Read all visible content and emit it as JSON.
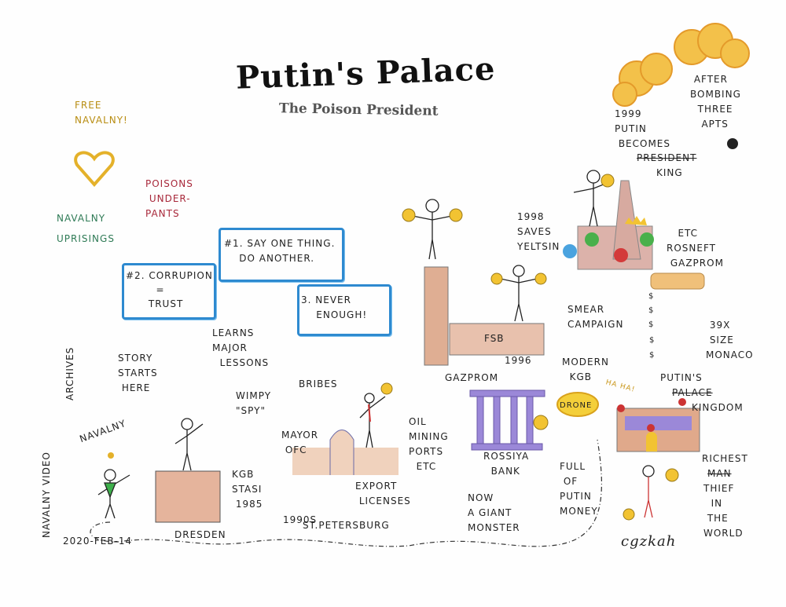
{
  "title": "Putin's Palace",
  "subtitle": "The Poison President",
  "left": {
    "free_navalny": "FREE\nNAVALNY!",
    "navalny_uprisings": "NAVALNY\nUPRISINGS",
    "poisons_underpants": "POISONS\n UNDER-\nPANTS",
    "archives": "ARCHIVES",
    "story_starts_here": "STORY\nSTARTS\n HERE",
    "navalny_video": "NAVALNY VIDEO",
    "navalny": "NAVALNY",
    "date": "2020-FEB-14"
  },
  "lessons": {
    "lesson1": "#1. SAY ONE THING.\n    DO ANOTHER.",
    "lesson2": "#2. CORRUPION\n        =\n      TRUST",
    "lesson3": "3. NEVER\n    ENOUGH!",
    "learns": "LEARNS\nMAJOR\n  LESSONS"
  },
  "timeline": {
    "wimpy_spy": "WIMPY\n\"SPY\"",
    "kgb_stasi": "KGB\nSTASI\n 1985",
    "dresden": "DRESDEN",
    "bribes": "BRIBES",
    "mayor_ofc": "MAYOR\n OFC",
    "nineties": "1990s",
    "st_petersburg": "ST.PETERSBURG",
    "export_licenses": "EXPORT\n LICENSES",
    "oil_mining": "OIL\nMINING\nPORTS\n  ETC",
    "gazprom": "GAZPROM",
    "fsb": "FSB",
    "year_1996": "1996",
    "modern_kgb": "MODERN\n  KGB",
    "rossiya_bank": "ROSSIYA\n  BANK",
    "giant_monster": "NOW\nA GIANT\nMONSTER",
    "full_of_money": "FULL\n OF\nPUTIN\nMONEY",
    "smear_campaign": "SMEAR\nCAMPAIGN",
    "saves_yeltsin": "1998\nSAVES\nYELTSIN",
    "becomes_president": "1999\nPUTIN\n BECOMES",
    "president_struck": "PRESIDENT",
    "king": "KING",
    "after_bombing": " AFTER\nBOMBING\n  THREE\n   APTS",
    "rosneft": "   ETC\nROSNEFT\n GAZPROM",
    "monaco": " 39x\n SIZE\nMONACO",
    "drone": "DRONE",
    "haha": "HA HA!",
    "putins": "PUTIN'S",
    "palace_struck": "PALACE",
    "kingdom": "KINGDOM",
    "richest": "RICHEST",
    "man_struck": "MAN",
    "thief": "THIEF\n  IN\n THE\nWORLD",
    "signature": "cgzkah"
  },
  "colors": {
    "box": "#2e8ad0",
    "gold": "#e9b62b",
    "red": "#a8283a",
    "green": "#2e7a55",
    "purple": "#8b7ac9",
    "brick": "#d9a488"
  }
}
